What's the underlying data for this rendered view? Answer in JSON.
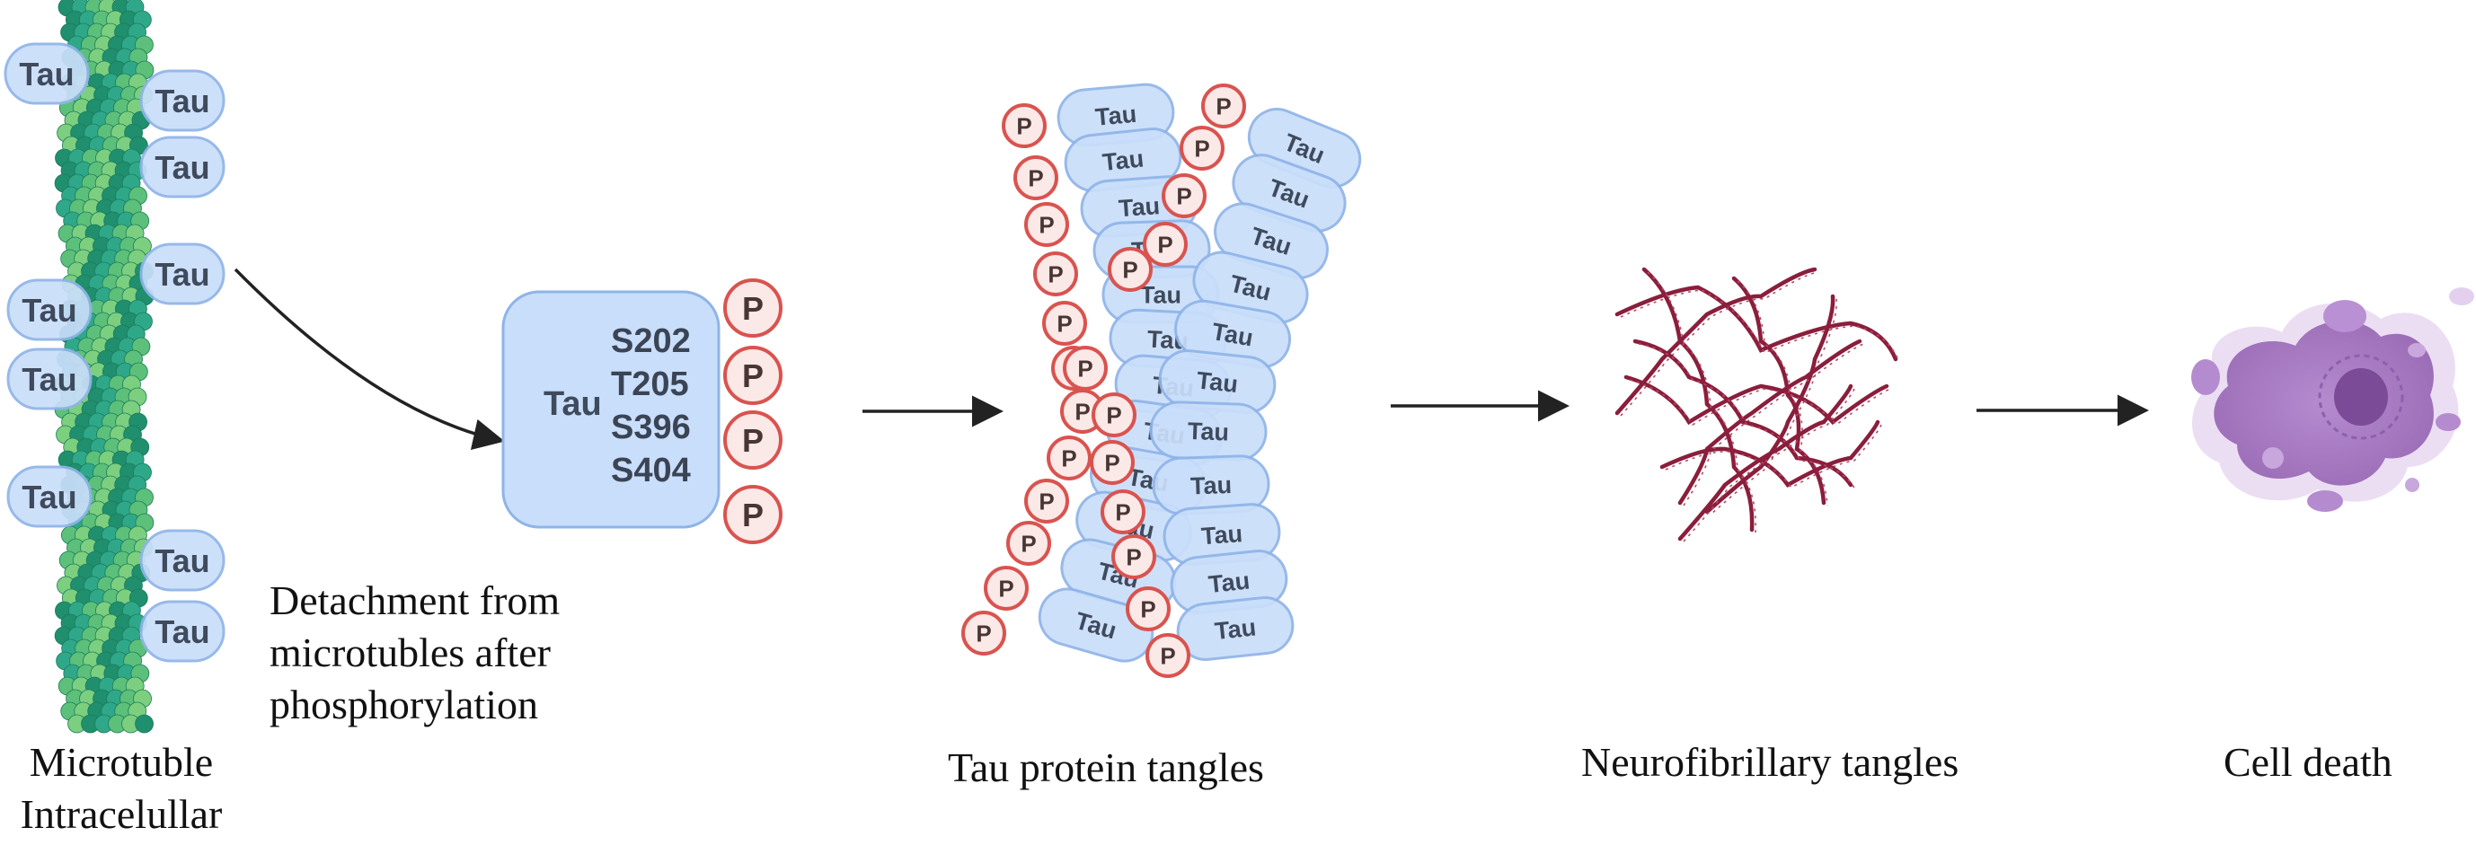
{
  "tau_label": "Tau",
  "p_label": "P",
  "stages": {
    "microtubule": {
      "line1": "Microtuble",
      "line2": "Intracelullar"
    },
    "detachment": {
      "line1": "Detachment from",
      "line2": "microtubles after",
      "line3": "phosphorylation"
    },
    "tau_tangles": {
      "label": "Tau protein tangles"
    },
    "nft": {
      "label": "Neurofibrillary tangles"
    },
    "death": {
      "label": "Cell death"
    }
  },
  "phospho_sites": [
    "S202",
    "T205",
    "S396",
    "S404"
  ],
  "colors": {
    "tau_fill": "#c9defa",
    "tau_stroke": "#8fb4e8",
    "p_stroke": "#d9534f",
    "p_fill": "#fbe9e8",
    "microtubule_light": "#7ccf7f",
    "microtubule_dark": "#2fa88a",
    "tangle": "#8a1e3c",
    "cell": "#a67bbf",
    "arrow": "#222222"
  }
}
